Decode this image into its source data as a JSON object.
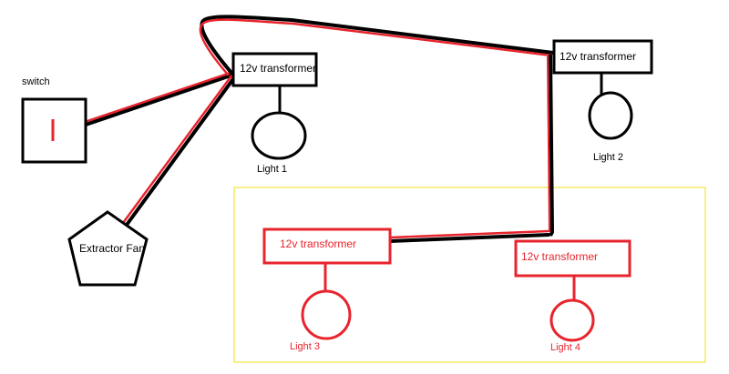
{
  "labels": {
    "switch": "switch",
    "switch_mark": "I",
    "extractor_fan": "Extractor Fan",
    "transformer_1": "12v transformer",
    "transformer_2": "12v transformer",
    "transformer_3": "12v transformer",
    "transformer_4": "12v transformer",
    "light_1": "Light 1",
    "light_2": "Light 2",
    "light_3": "Light 3",
    "light_4": "Light 4"
  },
  "colors": {
    "ink": "#000000",
    "wire_red": "#e8242d",
    "text_red": "#e8242d",
    "highlight_box": "#f2e64a",
    "background": "#ffffff"
  }
}
